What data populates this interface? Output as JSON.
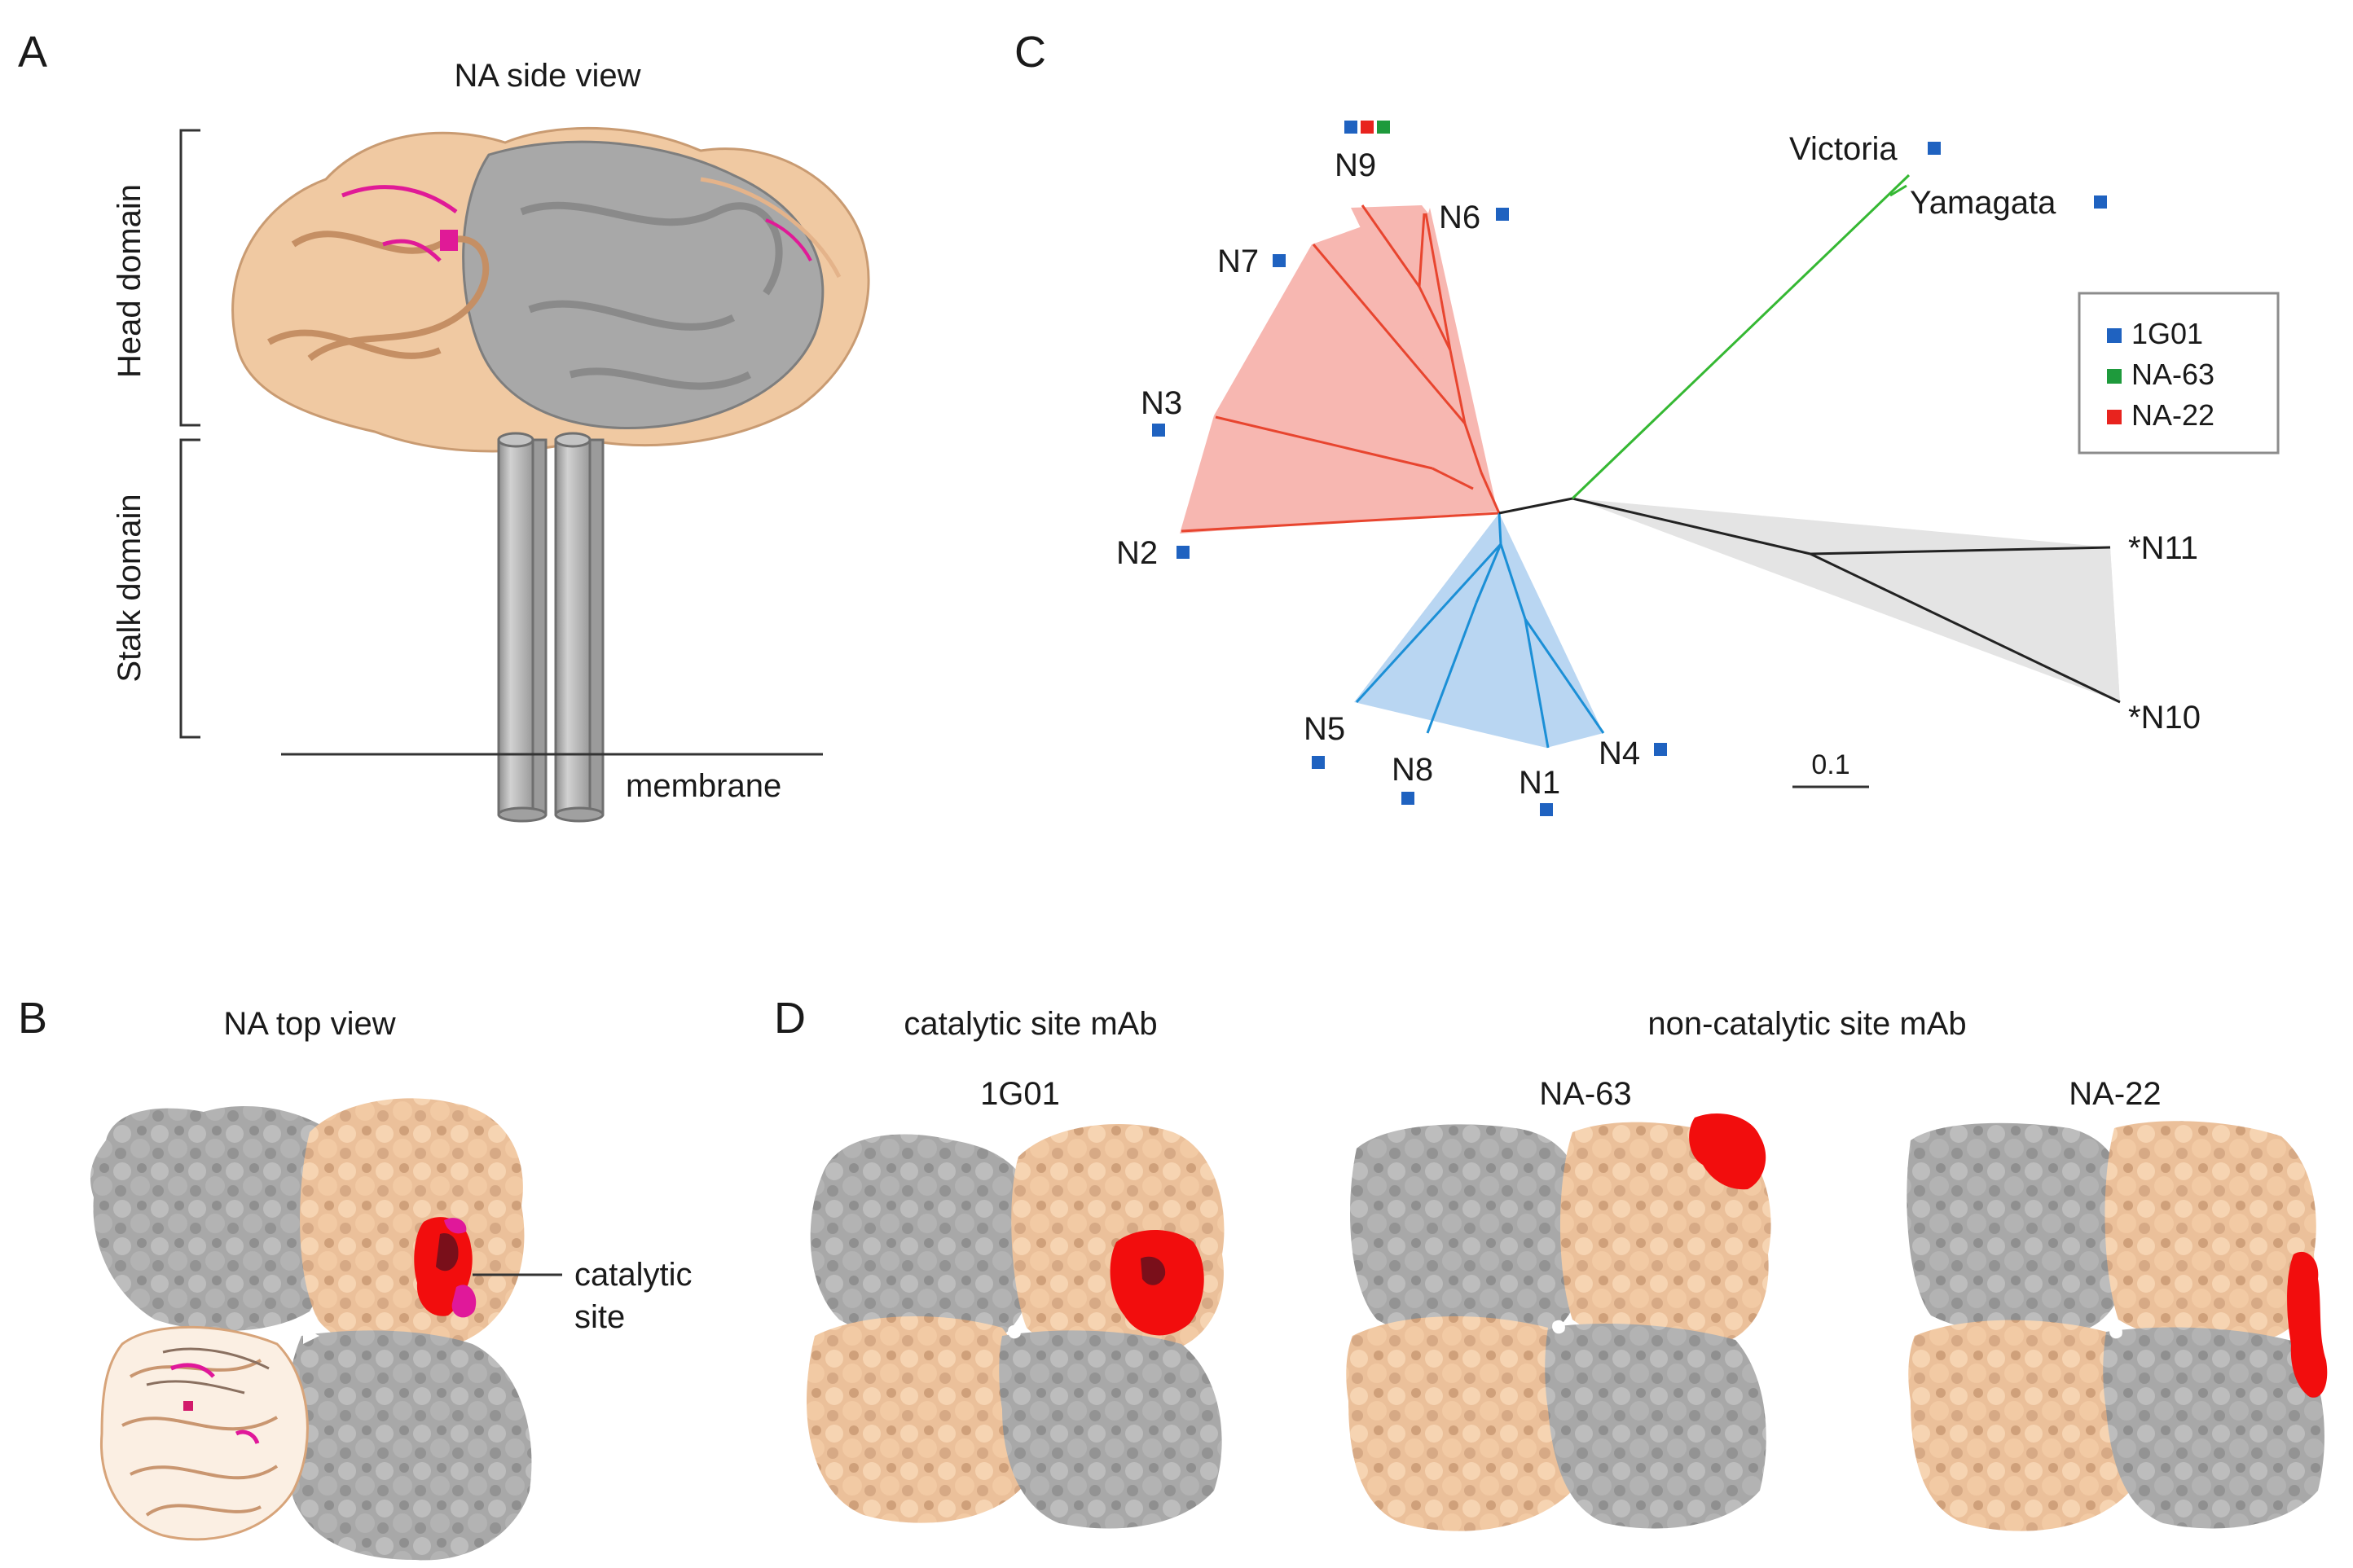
{
  "panels": {
    "A": {
      "letter": "A",
      "title": "NA side view",
      "head_label": "Head domain",
      "stalk_label": "Stalk domain",
      "membrane_label": "membrane"
    },
    "B": {
      "letter": "B",
      "title": "NA top view",
      "site_label_1": "catalytic",
      "site_label_2": "site"
    },
    "C": {
      "letter": "C",
      "scale_label": "0.1",
      "legend": [
        {
          "label": "1G01",
          "color": "#1f62c0"
        },
        {
          "label": "NA-63",
          "color": "#1e9a3c"
        },
        {
          "label": "NA-22",
          "color": "#e8231e"
        }
      ],
      "leaves": [
        "N9",
        "N6",
        "N7",
        "N3",
        "N2",
        "N5",
        "N8",
        "N1",
        "N4",
        "Victoria",
        "Yamagata",
        "*N11",
        "*N10"
      ]
    },
    "D": {
      "letter": "D",
      "catalytic_title": "catalytic site mAb",
      "noncatalytic_title": "non-catalytic site mAb",
      "structures": [
        "1G01",
        "NA-63",
        "NA-22"
      ]
    }
  },
  "colors": {
    "tan": "#f1c9a0",
    "gray": "#a3a3a3",
    "red": "#f20d0d",
    "magenta": "#e0189a",
    "clade_red": "#f7b7b1",
    "clade_blue": "#b9d6f2",
    "clade_gray": "#e4e4e4",
    "blue_marker": "#1f62c0"
  }
}
